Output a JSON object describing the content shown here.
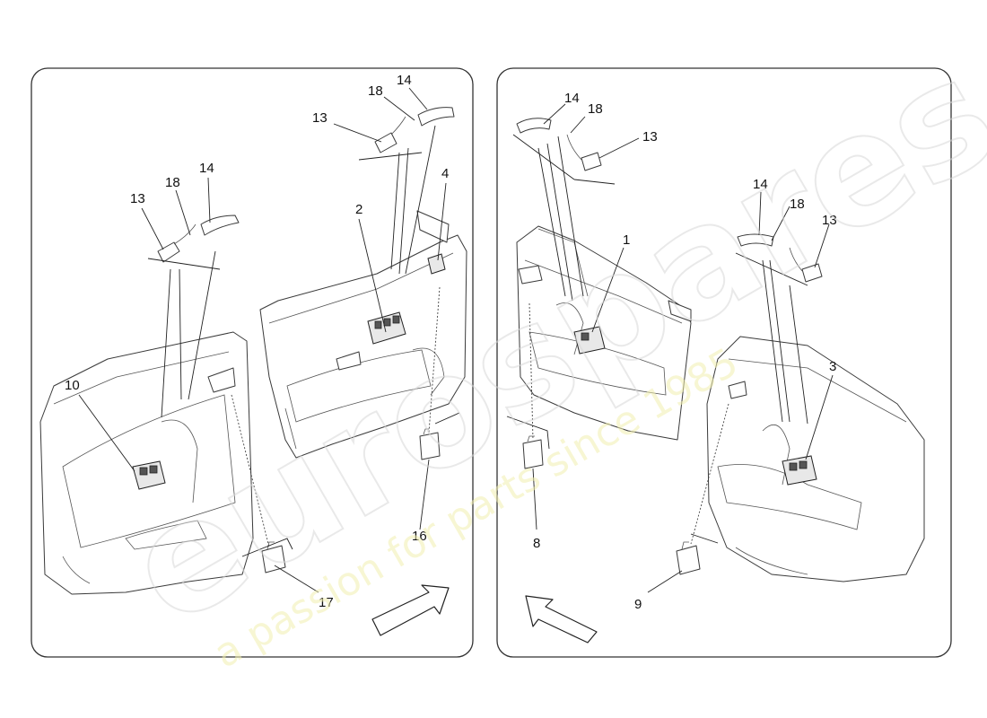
{
  "watermark": {
    "brand": "eurospares",
    "tagline": "a passion for parts since 1985",
    "brand_color": "#d8d8d8",
    "tagline_color": "#f2f0b0"
  },
  "left_panel": {
    "callouts": {
      "c2": "2",
      "c4": "4",
      "c10": "10",
      "c13a": "13",
      "c13b": "13",
      "c14a": "14",
      "c14b": "14",
      "c16": "16",
      "c17": "17",
      "c18a": "18",
      "c18b": "18"
    }
  },
  "right_panel": {
    "callouts": {
      "c1": "1",
      "c3": "3",
      "c8": "8",
      "c9": "9",
      "c13a": "13",
      "c13b": "13",
      "c14a": "14",
      "c14b": "14",
      "c18a": "18",
      "c18b": "18"
    }
  },
  "icons": [
    "direction-arrow-icon"
  ]
}
